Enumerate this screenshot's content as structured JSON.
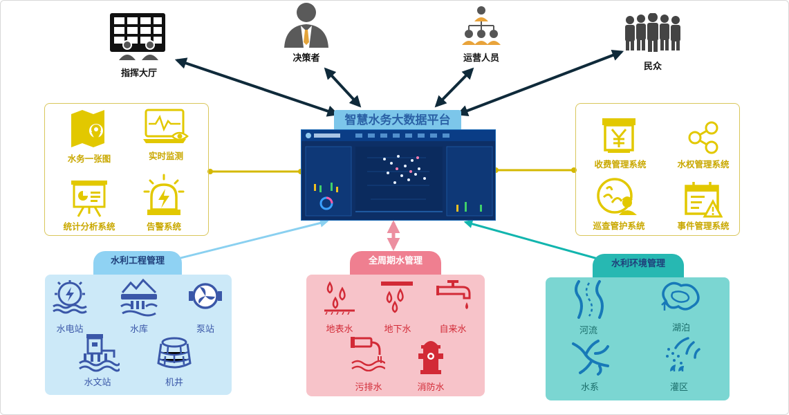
{
  "platform": {
    "title": "智慧水务大数据平台"
  },
  "roles": {
    "command_hall": "指挥大厅",
    "decision_maker": "决策者",
    "operators": "运营人员",
    "public": "民众"
  },
  "left_panel": {
    "items": [
      "水务一张图",
      "实时监测",
      "统计分析系统",
      "告警系统"
    ]
  },
  "right_panel": {
    "items": [
      "收费管理系统",
      "水权管理系统",
      "巡查管护系统",
      "事件管理系统"
    ]
  },
  "engineering": {
    "title": "水利工程管理",
    "items": [
      "水电站",
      "水库",
      "泵站",
      "水文站",
      "机井"
    ]
  },
  "water_cycle": {
    "title": "全周期水管理",
    "items": [
      "地表水",
      "地下水",
      "自来水",
      "污排水",
      "消防水"
    ]
  },
  "environment": {
    "title": "水利环境管理",
    "items": [
      "河流",
      "湖泊",
      "水系",
      "灌区"
    ]
  },
  "colors": {
    "yellow": "#d4b800",
    "blue_panel": "#cce9f8",
    "blue_tab": "#8fd2f3",
    "pink_panel": "#f7c3c9",
    "pink_tab": "#ef7f90",
    "teal_panel": "#7bd6d2",
    "teal_tab": "#27b8b2",
    "dark_arrow": "#0f2a3a"
  },
  "icons": {
    "command_hall": "video-wall-icon",
    "decision_maker": "businessman-icon",
    "operators": "team-hierarchy-icon",
    "public": "crowd-icon"
  }
}
